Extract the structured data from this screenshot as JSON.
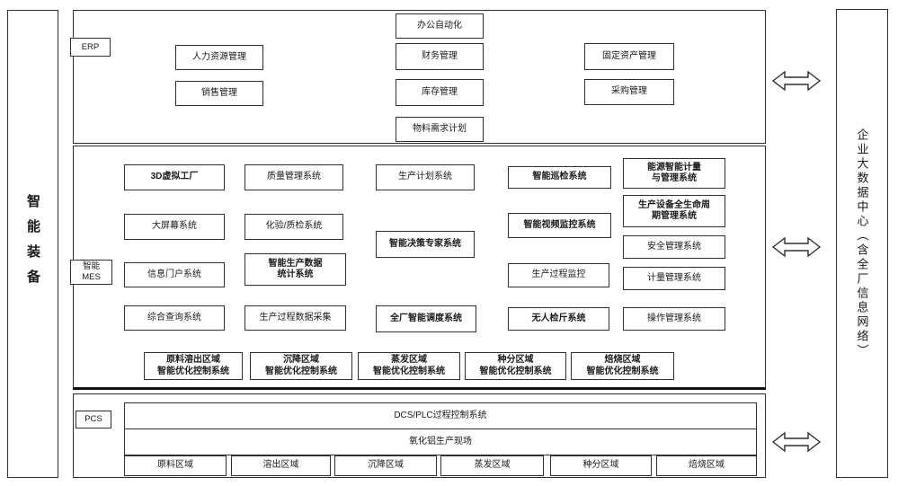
{
  "left_panel": {
    "label": "智能装备"
  },
  "right_panel": {
    "label": "企业大数据中心（含全厂信息网络）"
  },
  "erp": {
    "tag": "ERP",
    "boxes": [
      {
        "label": "办公自动化"
      },
      {
        "label": "人力资源管理"
      },
      {
        "label": "财务管理"
      },
      {
        "label": "固定资产管理"
      },
      {
        "label": "销售管理"
      },
      {
        "label": "库存管理"
      },
      {
        "label": "采购管理"
      },
      {
        "label": "物料需求计划"
      }
    ]
  },
  "mes": {
    "tag": "智能\nMES",
    "boxes": [
      {
        "label": "3D虚拟工厂"
      },
      {
        "label": "质量管理系统"
      },
      {
        "label": "生产计划系统"
      },
      {
        "label": "智能巡检系统"
      },
      {
        "label": "能源智能计量\n与管理系统"
      },
      {
        "label": "大屏幕系统"
      },
      {
        "label": "化验/质检系统"
      },
      {
        "label": "智能决策专家系统"
      },
      {
        "label": "智能视频监控系统"
      },
      {
        "label": "生产设备全生命周\n期管理系统"
      },
      {
        "label": "安全管理系统"
      },
      {
        "label": "信息门户系统"
      },
      {
        "label": "智能生产数据\n统计系统"
      },
      {
        "label": "生产过程监控"
      },
      {
        "label": "计量管理系统"
      },
      {
        "label": "综合查询系统"
      },
      {
        "label": "生产过程数据采集"
      },
      {
        "label": "全厂智能调度系统"
      },
      {
        "label": "无人检斤系统"
      },
      {
        "label": "操作管理系统"
      }
    ],
    "optimization_boxes": [
      {
        "label": "原料溶出区域\n智能优化控制系统"
      },
      {
        "label": "沉降区域\n智能优化控制系统"
      },
      {
        "label": "蒸发区域\n智能优化控制系统"
      },
      {
        "label": "种分区域\n智能优化控制系统"
      },
      {
        "label": "焙烧区域\n智能优化控制系统"
      }
    ]
  },
  "pcs": {
    "tag": "PCS",
    "control_system": "DCS/PLC过程控制系统",
    "production_site": "氧化铝生产现场",
    "areas": [
      {
        "label": "原料区域"
      },
      {
        "label": "溶出区域"
      },
      {
        "label": "沉降区域"
      },
      {
        "label": "蒸发区域"
      },
      {
        "label": "种分区域"
      },
      {
        "label": "焙烧区域"
      }
    ]
  },
  "colors": {
    "border": "#2f2f2f",
    "background": "#ffffff",
    "text": "#1a1a1a"
  },
  "icons": {
    "exchange_arrow": "double-headed-horizontal-arrow"
  }
}
